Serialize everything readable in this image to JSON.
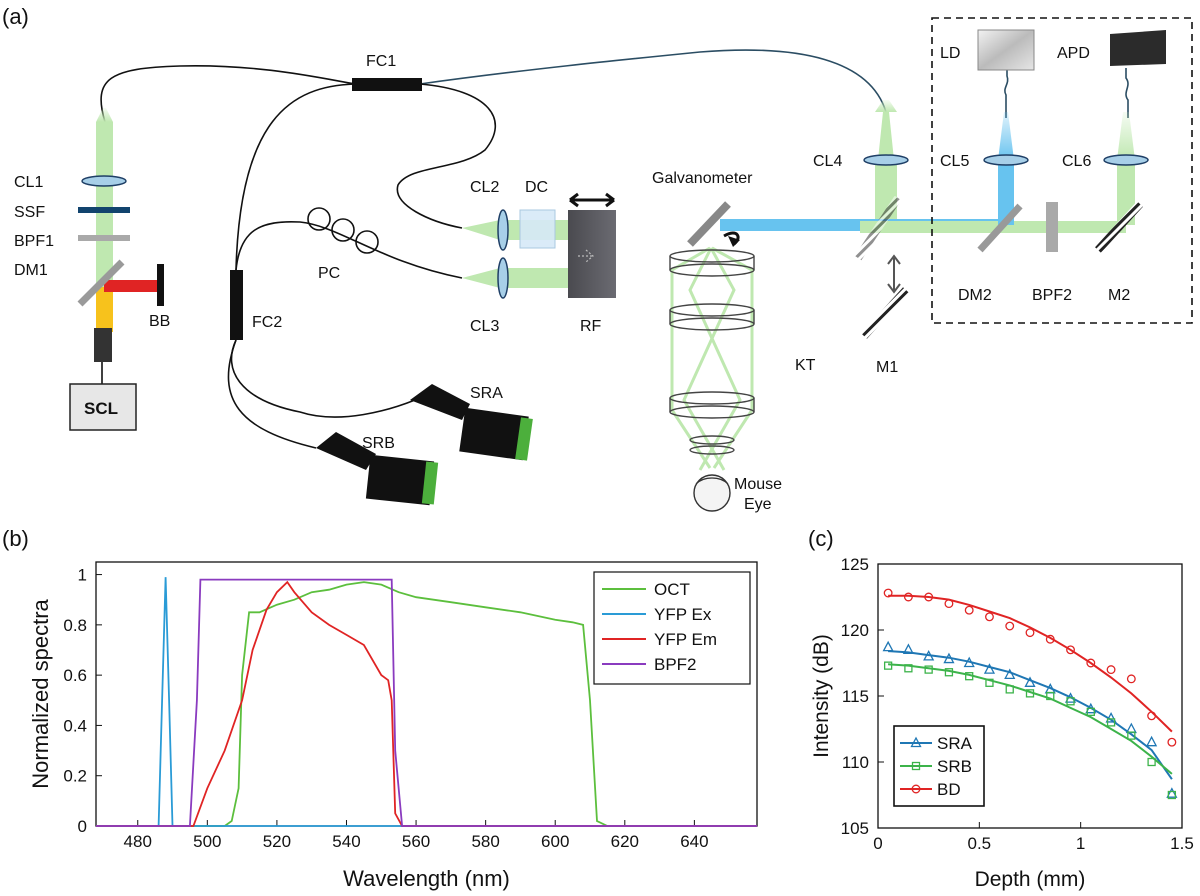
{
  "panels": {
    "a": "(a)",
    "b": "(b)",
    "c": "(c)"
  },
  "labels_a": {
    "fc1": "FC1",
    "fc2": "FC2",
    "cl1": "CL1",
    "ssf": "SSF",
    "bpf1": "BPF1",
    "dm1": "DM1",
    "bb": "BB",
    "scl": "SCL",
    "cl2": "CL2",
    "dc": "DC",
    "cl3": "CL3",
    "rf": "RF",
    "pc": "PC",
    "galvo": "Galvanometer",
    "cl4": "CL4",
    "cl5": "CL5",
    "cl6": "CL6",
    "ld": "LD",
    "apd": "APD",
    "dm2": "DM2",
    "bpf2": "BPF2",
    "m2": "M2",
    "m1": "M1",
    "kt": "KT",
    "mouse": "Mouse",
    "eye": "Eye",
    "sra": "SRA",
    "srb": "SRB"
  },
  "colors": {
    "oct": "#5cbf3d",
    "yfp_ex": "#2a9bd6",
    "yfp_em": "#e02424",
    "bpf2": "#8a3bbf",
    "sra": "#1f77b4",
    "srb": "#3cb34a",
    "bd": "#e02424",
    "beam_green": "#bfe8b0",
    "beam_blue": "#67c3ef",
    "beam_red": "#e02424",
    "beam_yellow": "#f7c21c"
  },
  "chart_data": [
    {
      "type": "line",
      "xlabel": "Wavelength (nm)",
      "ylabel": "Normalized spectra",
      "xlim": [
        468,
        658
      ],
      "ylim": [
        0,
        1.05
      ],
      "xticks": [
        "480",
        "500",
        "520",
        "540",
        "560",
        "580",
        "600",
        "620",
        "640"
      ],
      "yticks": [
        "0",
        "0.2",
        "0.4",
        "0.6",
        "0.8",
        "1"
      ],
      "legend": "top-right",
      "series": [
        {
          "name": "OCT",
          "x": [
            468,
            505,
            507,
            509,
            510,
            512,
            515,
            520,
            525,
            530,
            535,
            540,
            545,
            550,
            555,
            560,
            570,
            580,
            590,
            600,
            605,
            608,
            610,
            612,
            615,
            658
          ],
          "y": [
            0,
            0,
            0.02,
            0.15,
            0.6,
            0.85,
            0.85,
            0.88,
            0.9,
            0.93,
            0.94,
            0.96,
            0.97,
            0.96,
            0.93,
            0.91,
            0.89,
            0.87,
            0.85,
            0.82,
            0.81,
            0.8,
            0.5,
            0.02,
            0,
            0
          ]
        },
        {
          "name": "YFP Ex",
          "x": [
            468,
            486,
            487,
            488,
            489,
            490,
            658
          ],
          "y": [
            0,
            0,
            0.5,
            0.99,
            0.5,
            0,
            0
          ]
        },
        {
          "name": "YFP Em",
          "x": [
            468,
            496,
            500,
            505,
            510,
            513,
            517,
            520,
            523,
            525,
            530,
            535,
            540,
            545,
            550,
            552,
            553,
            554,
            556,
            658
          ],
          "y": [
            0,
            0,
            0.15,
            0.3,
            0.5,
            0.7,
            0.86,
            0.93,
            0.97,
            0.93,
            0.85,
            0.8,
            0.76,
            0.72,
            0.6,
            0.58,
            0.5,
            0.05,
            0,
            0
          ]
        },
        {
          "name": "BPF2",
          "x": [
            468,
            495,
            497,
            498,
            550,
            553,
            554,
            556,
            658
          ],
          "y": [
            0,
            0,
            0.5,
            0.98,
            0.98,
            0.98,
            0.3,
            0,
            0
          ]
        }
      ]
    },
    {
      "type": "scatter",
      "xlabel": "Depth (mm)",
      "ylabel": "Intensity (dB)",
      "xlim": [
        0,
        1.5
      ],
      "ylim": [
        105,
        125
      ],
      "xticks": [
        "0",
        "0.5",
        "1",
        "1.5"
      ],
      "yticks": [
        "105",
        "110",
        "115",
        "120",
        "125"
      ],
      "legend": "bottom-left",
      "series": [
        {
          "name": "SRA",
          "marker": "triangle",
          "x": [
            0.05,
            0.15,
            0.25,
            0.35,
            0.45,
            0.55,
            0.65,
            0.75,
            0.85,
            0.95,
            1.05,
            1.15,
            1.25,
            1.35,
            1.45
          ],
          "y": [
            118.7,
            118.5,
            118.0,
            117.8,
            117.5,
            117.0,
            116.6,
            116.0,
            115.5,
            114.8,
            114.0,
            113.3,
            112.5,
            111.5,
            107.6
          ],
          "fit": [
            118.4,
            118.3,
            118.1,
            117.9,
            117.6,
            117.2,
            116.8,
            116.2,
            115.6,
            114.9,
            114.1,
            113.2,
            112.1,
            110.9,
            108.7
          ]
        },
        {
          "name": "SRB",
          "marker": "square",
          "x": [
            0.05,
            0.15,
            0.25,
            0.35,
            0.45,
            0.55,
            0.65,
            0.75,
            0.85,
            0.95,
            1.05,
            1.15,
            1.25,
            1.35,
            1.45
          ],
          "y": [
            117.3,
            117.1,
            117.0,
            116.8,
            116.5,
            116.0,
            115.5,
            115.2,
            115.0,
            114.6,
            113.8,
            113.0,
            112.0,
            110.0,
            107.5
          ],
          "fit": [
            117.4,
            117.3,
            117.1,
            116.9,
            116.6,
            116.2,
            115.8,
            115.3,
            114.8,
            114.1,
            113.4,
            112.5,
            111.6,
            110.4,
            109.1
          ]
        },
        {
          "name": "BD",
          "marker": "circle",
          "x": [
            0.05,
            0.15,
            0.25,
            0.35,
            0.45,
            0.55,
            0.65,
            0.75,
            0.85,
            0.95,
            1.05,
            1.15,
            1.25,
            1.35,
            1.45
          ],
          "y": [
            122.8,
            122.5,
            122.5,
            122.0,
            121.5,
            121.0,
            120.3,
            119.8,
            119.3,
            118.5,
            117.5,
            117.0,
            116.3,
            113.5,
            111.5
          ],
          "fit": [
            122.6,
            122.6,
            122.5,
            122.3,
            121.9,
            121.4,
            120.9,
            120.2,
            119.4,
            118.5,
            117.5,
            116.4,
            115.2,
            113.8,
            112.3
          ]
        }
      ]
    }
  ]
}
